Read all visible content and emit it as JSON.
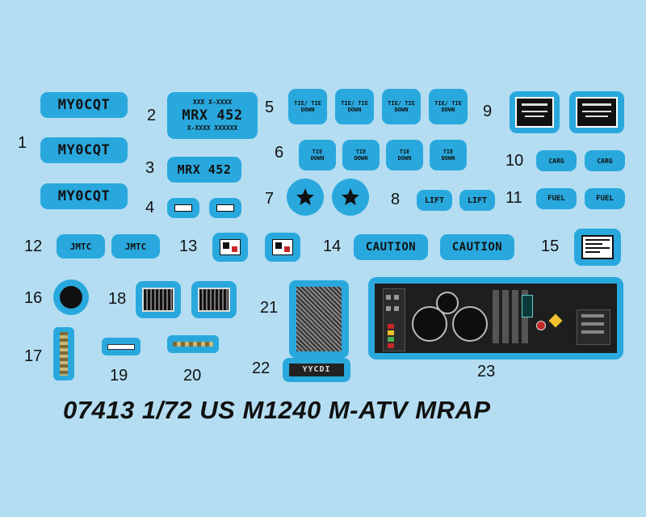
{
  "sheet": {
    "title": "07413 1/72 US M1240 M-ATV MRAP"
  },
  "items": {
    "n1": "1",
    "n2": "2",
    "n3": "3",
    "n4": "4",
    "n5": "5",
    "n6": "6",
    "n7": "7",
    "n8": "8",
    "n9": "9",
    "n10": "10",
    "n11": "11",
    "n12": "12",
    "n13": "13",
    "n14": "14",
    "n15": "15",
    "n16": "16",
    "n17": "17",
    "n18": "18",
    "n19": "19",
    "n20": "20",
    "n21": "21",
    "n22": "22",
    "n23": "23"
  },
  "decals": {
    "plate_1": "MY0CQT",
    "plate_2_top": "XXX X-XXXX",
    "plate_2_main": "MRX 452",
    "plate_2_bottom": "X-XXXX XXXXXX",
    "plate_3": "MRX 452",
    "tie_down_5": "TIE/ TIE DOWN",
    "tie_down_6": "TIE DOWN",
    "lift": "LIFT",
    "cargo": "CARG",
    "fuel": "FUEL",
    "jmtc": "JMTC",
    "caution": "CAUTION",
    "plate_22": "YYCDI"
  },
  "colors": {
    "background": "#b4ddf2",
    "decal_blue": "#29a8dd",
    "ink": "#111111"
  }
}
